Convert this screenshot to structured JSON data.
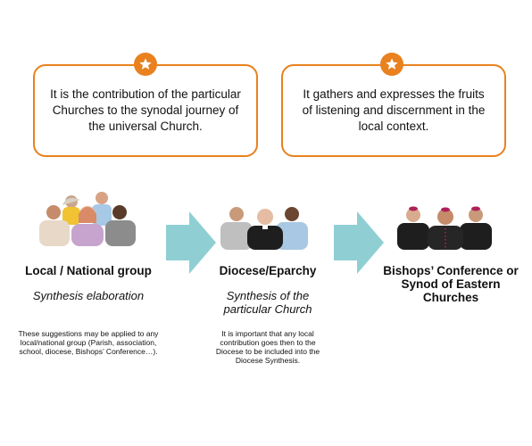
{
  "callouts": [
    {
      "text": "It is the contribution of the particular Churches to the synodal journey of the universal Church.",
      "icon": "star-icon"
    },
    {
      "text": "It gathers and expresses the fruits of listening and discernment in the local context.",
      "icon": "star-icon"
    }
  ],
  "stages": [
    {
      "title": "Local / National group",
      "subtitle": "Synthesis elaboration",
      "note": "These suggestions may be applied to any local/national group (Parish, association, school, diocese, Bishops’ Conference…)."
    },
    {
      "title": "Diocese/Eparchy",
      "subtitle": "Synthesis of the particular Church",
      "note": "It is important that any local contribution goes then to the Diocese to be included into the Diocese Synthesis."
    },
    {
      "title": "Bishops’ Conference or Synod of Eastern Churches",
      "subtitle": "",
      "note": ""
    }
  ],
  "colors": {
    "accent": "#e8811e",
    "arrow": "#8fcfd4"
  }
}
